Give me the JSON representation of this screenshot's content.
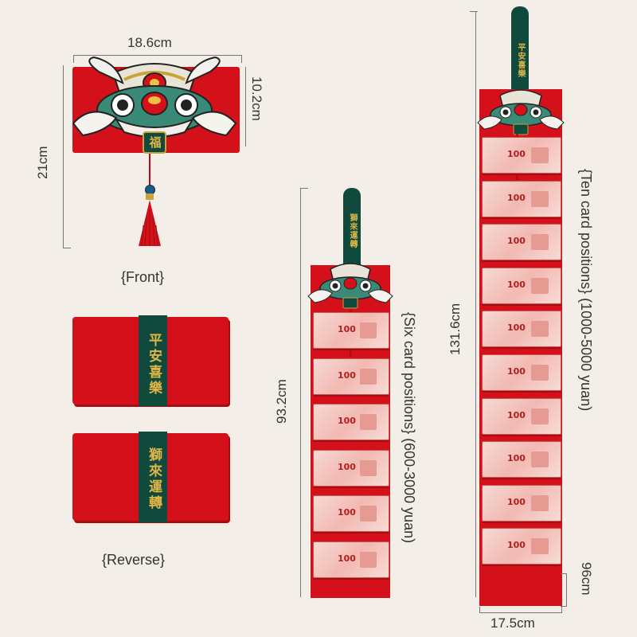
{
  "front": {
    "width_label": "18.6cm",
    "height_label": "10.2cm",
    "total_height_label": "21cm",
    "caption": "{Front}",
    "center_char": "福"
  },
  "reverse": {
    "caption": "{Reverse}",
    "band_top": "平安喜樂",
    "band_bottom": "獅來運轉"
  },
  "six": {
    "height_label": "93.2cm",
    "caption": "{Six card positions} (600-3000 yuan)",
    "stick_text": "獅來運轉",
    "count": 6
  },
  "ten": {
    "height_label": "131.6cm",
    "caption": "{Ten card positions} (1000-5000 yuan)",
    "stick_text": "平安喜樂",
    "bottom_label": "96cm",
    "width_label": "17.5cm",
    "count": 10
  },
  "banknote_value": "100",
  "colors": {
    "red": "#d4111b",
    "dark_red": "#b80c14",
    "green": "#0f4a3c",
    "gold": "#e0b548",
    "bg": "#f3efe8"
  }
}
